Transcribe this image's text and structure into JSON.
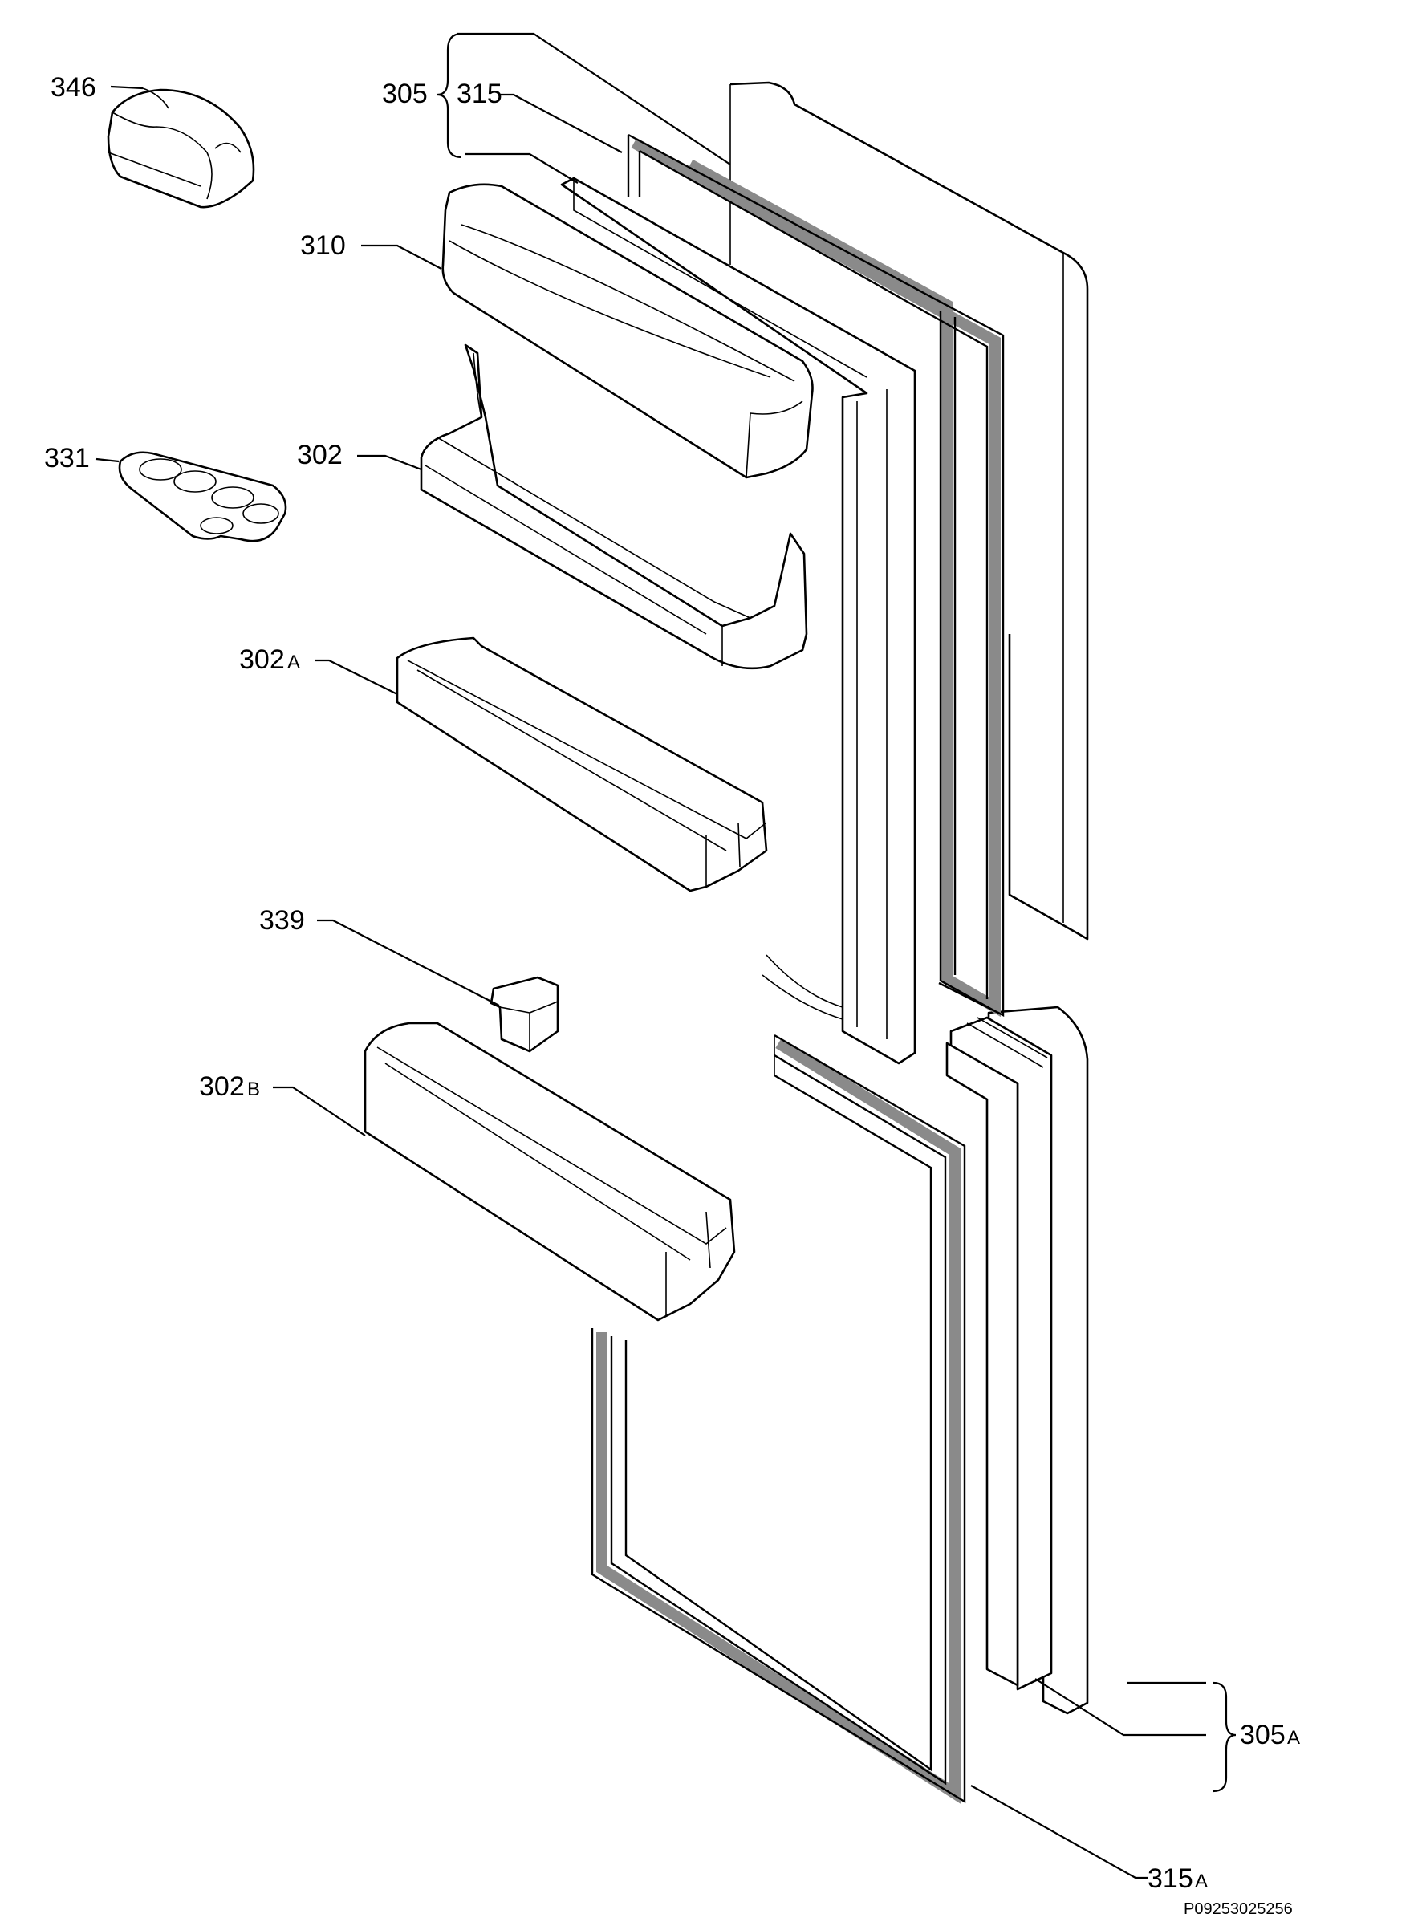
{
  "diagram": {
    "code": "P09253025256",
    "labels": {
      "l346": "346",
      "l305": "305",
      "l315": "315",
      "l310": "310",
      "l331": "331",
      "l302": "302",
      "l302A": "302",
      "l302A_sfx": "A",
      "l339": "339",
      "l302B": "302",
      "l302B_sfx": "B",
      "l305A": "305",
      "l305A_sfx": "A",
      "l315A": "315",
      "l315A_sfx": "A"
    }
  }
}
